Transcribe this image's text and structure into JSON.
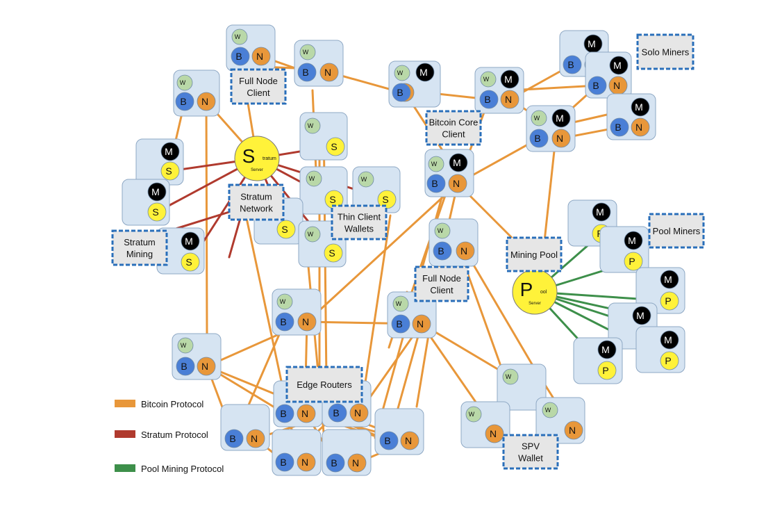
{
  "colors": {
    "bitcoin": "#e8973a",
    "stratum": "#b03a2e",
    "pool": "#3d8f4a",
    "node_box": "#d6e4f2",
    "node_box_border": "#8ea8c4",
    "wallet": "#b9d8a8",
    "blockchain": "#4a7fd6",
    "network": "#e8973a",
    "miner": "#000000",
    "light": "#fff23a",
    "callout_border": "#2a6fba",
    "callout_fill": "#e6e6e6"
  },
  "letters": {
    "wallet": "W",
    "blockchain": "B",
    "network": "N",
    "miner": "M",
    "stratum": "S",
    "pool": "P"
  },
  "callouts": {
    "full_node_client_top": [
      "Full Node",
      "Client"
    ],
    "solo_miners": [
      "Solo Miners"
    ],
    "bitcoin_core_client": [
      "Bitcoin Core",
      "Client"
    ],
    "stratum_network": [
      "Stratum",
      "Network"
    ],
    "thin_client_wallets": [
      "Thin Client",
      "Wallets"
    ],
    "stratum_mining": [
      "Stratum",
      "Mining"
    ],
    "pool_miners": [
      "Pool Miners"
    ],
    "mining_pool": [
      "Mining Pool"
    ],
    "full_node_client_mid": [
      "Full Node",
      "Client"
    ],
    "edge_routers": [
      "Edge Routers"
    ],
    "spv_wallet": [
      "SPV",
      "Wallet"
    ]
  },
  "servers": {
    "stratum": {
      "letter": "S",
      "suffix": "tratum",
      "sub": "Server"
    },
    "pool": {
      "letter": "P",
      "suffix": "ool",
      "sub": "Server"
    }
  },
  "legend": {
    "bitcoin_protocol": "Bitcoin Protocol",
    "stratum_protocol": "Stratum Protocol",
    "pool_mining_protocol": "Pool Mining Protocol"
  }
}
